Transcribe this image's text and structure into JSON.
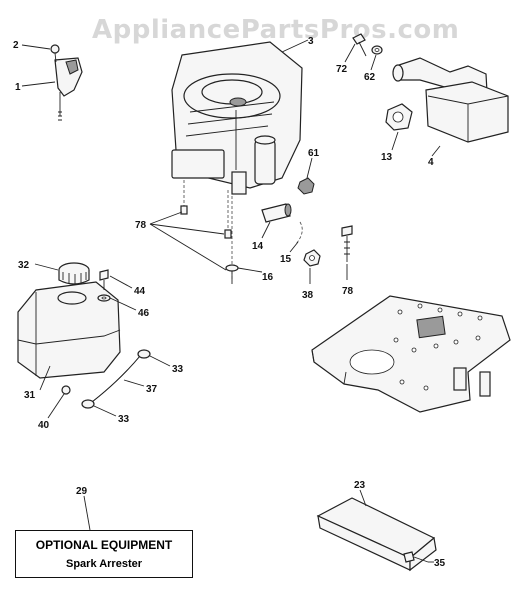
{
  "watermark": "AppliancePartsPros.com",
  "callouts": {
    "c1": "1",
    "c2": "2",
    "c3": "3",
    "c4": "4",
    "c13": "13",
    "c14": "14",
    "c15": "15",
    "c16": "16",
    "c23": "23",
    "c29": "29",
    "c31": "31",
    "c32": "32",
    "c33a": "33",
    "c33b": "33",
    "c35": "35",
    "c37": "37",
    "c38": "38",
    "c40": "40",
    "c44": "44",
    "c46": "46",
    "c61": "61",
    "c62": "62",
    "c72": "72",
    "c78a": "78",
    "c78b": "78"
  },
  "optional_box": {
    "title": "OPTIONAL EQUIPMENT",
    "subtitle": "Spark Arrester"
  },
  "colors": {
    "ink": "#222222",
    "watermark": "#d7d7d7",
    "paper": "#ffffff"
  }
}
